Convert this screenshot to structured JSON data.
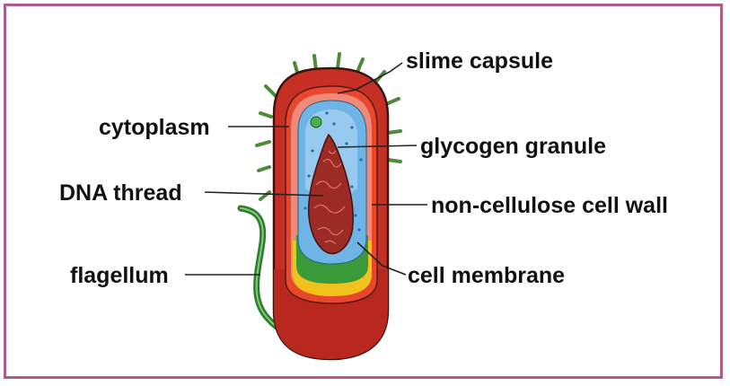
{
  "labels": {
    "slime_capsule": "slime capsule",
    "cytoplasm": "cytoplasm",
    "glycogen_granule": "glycogen granule",
    "dna_thread": "DNA thread",
    "cell_wall": "non-cellulose cell wall",
    "flagellum": "flagellum",
    "cell_membrane": "cell membrane"
  },
  "colors": {
    "frame": "#b05a8a",
    "capsule": "#c62f24",
    "wall": "#e8472e",
    "membrane_inner": "#f08a78",
    "cytoplasm": "#6fb4e6",
    "cytoplasm_light": "#a9d3f2",
    "dna": "#9c2a25",
    "membrane_green": "#3a9a3a",
    "yellow_band": "#f2c21c",
    "flagellum": "#2f7a34"
  }
}
